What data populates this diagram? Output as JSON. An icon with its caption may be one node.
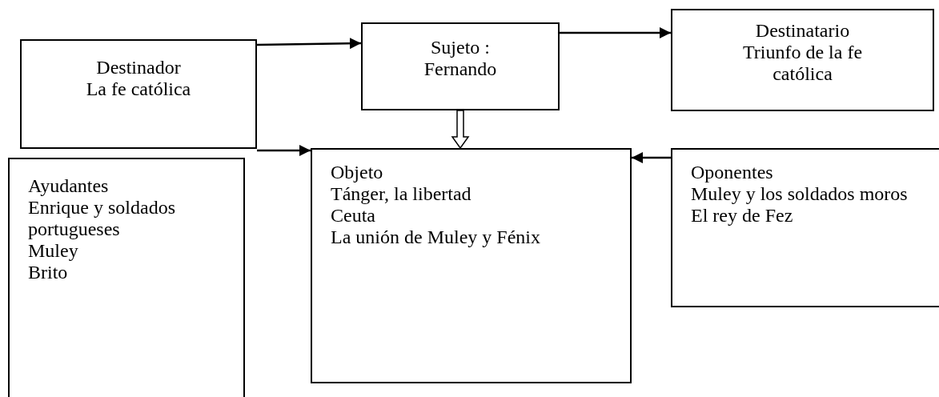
{
  "diagram": {
    "nodes": [
      {
        "text": [
          "Destinador",
          "La fe católica"
        ]
      },
      {
        "text": [
          "Sujeto :",
          "Fernando"
        ]
      },
      {
        "text": [
          "Destinatario",
          "Triunfo de la fe católica"
        ]
      },
      {
        "text": [
          "Ayudantes",
          "Enrique y soldados portugueses",
          "Muley",
          "Brito"
        ]
      },
      {
        "text": [
          "Objeto",
          "Tánger, la libertad",
          "Ceuta",
          "La unión de Muley y Fénix"
        ]
      },
      {
        "text": [
          "Oponentes",
          "Muley y los soldados moros",
          "El rey de Fez"
        ]
      }
    ],
    "edges": [
      {
        "from": 0,
        "to": 1,
        "arrow": "to"
      },
      {
        "from": 1,
        "to": 2,
        "arrow": "to"
      },
      {
        "from": 1,
        "to": 4,
        "arrow": "to",
        "style": "thick"
      },
      {
        "from": 0,
        "to": 4,
        "arrow": "to"
      },
      {
        "from": 5,
        "to": 4,
        "arrow": "to"
      }
    ]
  }
}
